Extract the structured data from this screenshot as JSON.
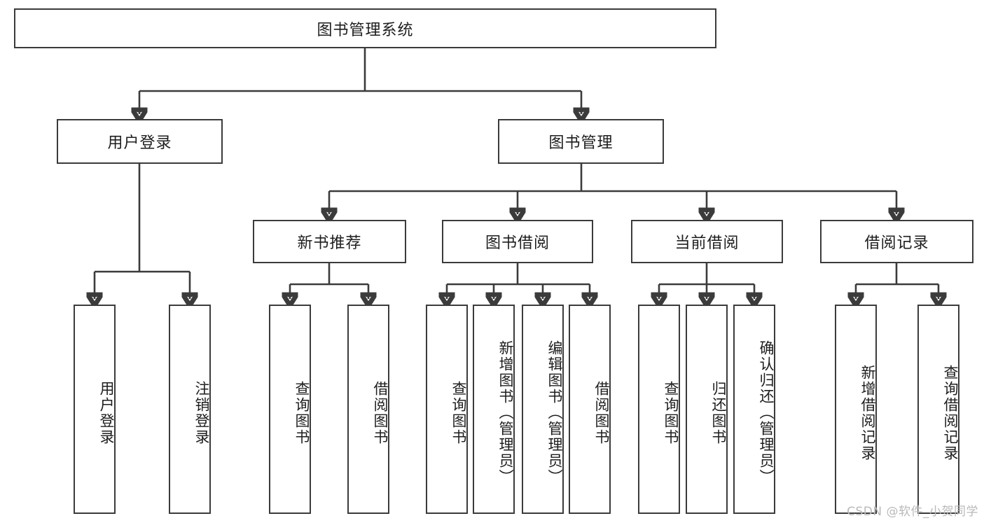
{
  "diagram": {
    "type": "tree",
    "title": "图书管理系统",
    "watermark": "CSDN @软件_小贺同学",
    "colors": {
      "stroke": "#3b3b3b",
      "fill": "#ffffff",
      "text": "#1d1d1d",
      "watermark": "#b9b9b9"
    },
    "nodes": {
      "root": {
        "label": "图书管理系统"
      },
      "level2": [
        {
          "id": "user-login",
          "label": "用户登录"
        },
        {
          "id": "book-manage",
          "label": "图书管理"
        }
      ],
      "level3": [
        {
          "id": "new-book-recommend",
          "label": "新书推荐"
        },
        {
          "id": "book-borrow",
          "label": "图书借阅"
        },
        {
          "id": "current-borrow",
          "label": "当前借阅"
        },
        {
          "id": "borrow-record",
          "label": "借阅记录"
        }
      ],
      "leaves": {
        "user_login": [
          {
            "id": "leaf-user-login",
            "label": "用户登录"
          },
          {
            "id": "leaf-logout-login",
            "label": "注销登录"
          }
        ],
        "new_book_recommend": [
          {
            "id": "leaf-query-book-1",
            "label": "查询图书"
          },
          {
            "id": "leaf-borrow-book-1",
            "label": "借阅图书"
          }
        ],
        "book_borrow": [
          {
            "id": "leaf-query-book-2",
            "label": "查询图书"
          },
          {
            "id": "leaf-add-book",
            "label": "新增图书（管理员）"
          },
          {
            "id": "leaf-edit-book",
            "label": "编辑图书（管理员）"
          },
          {
            "id": "leaf-borrow-book-2",
            "label": "借阅图书"
          }
        ],
        "current_borrow": [
          {
            "id": "leaf-query-book-3",
            "label": "查询图书"
          },
          {
            "id": "leaf-return-book",
            "label": "归还图书"
          },
          {
            "id": "leaf-confirm-return",
            "label": "确认归还（管理员）"
          }
        ],
        "borrow_record": [
          {
            "id": "leaf-add-record",
            "label": "新增借阅记录"
          },
          {
            "id": "leaf-query-record",
            "label": "查询借阅记录"
          }
        ]
      }
    }
  }
}
